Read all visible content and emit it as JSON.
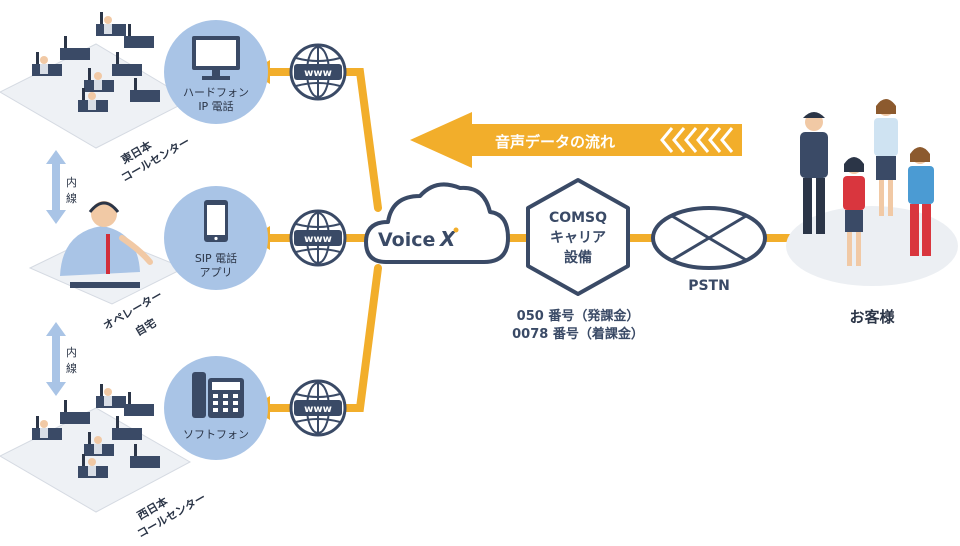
{
  "colors": {
    "accent": "#F2AE2B",
    "navy": "#3A4A66",
    "light_blue": "#A9C4E6",
    "pale_blue": "#EEF4FB",
    "floor_grey": "#ECEFF3"
  },
  "flow_arrow": {
    "label": "音声データの流れ"
  },
  "cloud": {
    "brand": "Voice",
    "brand_mark": "X"
  },
  "carrier": {
    "line1": "COMSQ",
    "line2": "キャリア",
    "line3": "設備"
  },
  "numbers": {
    "line1": "050 番号（発課金）",
    "line2": "0078 番号（着課金）"
  },
  "pstn": {
    "label": "PSTN"
  },
  "customers": {
    "label": "お客様"
  },
  "globe_label": "www",
  "nodes": {
    "hardphone": {
      "line1": "ハードフォン",
      "line2": "IP 電話"
    },
    "sip": {
      "line1": "SIP 電話",
      "line2": "アプリ"
    },
    "softphone": {
      "line1": "ソフトフォン"
    }
  },
  "sites": {
    "east": {
      "line1": "東日本",
      "line2": "コールセンター"
    },
    "home": {
      "line1": "オペレーター",
      "line2": "自宅"
    },
    "west": {
      "line1": "西日本",
      "line2": "コールセンター"
    }
  },
  "extension_label": "内線"
}
